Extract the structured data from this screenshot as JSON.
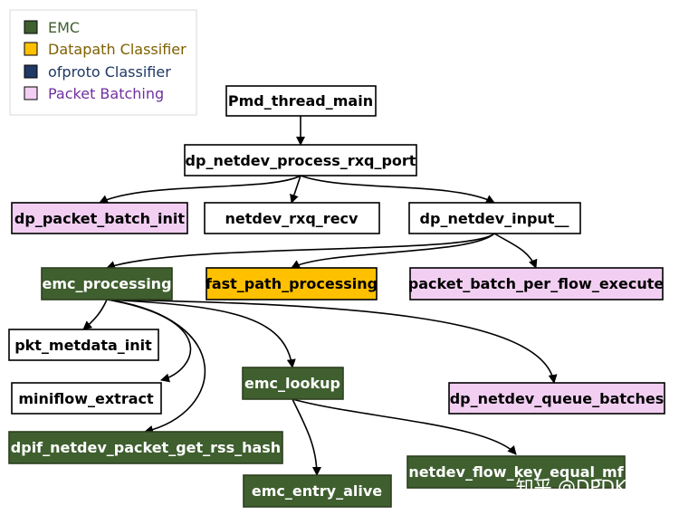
{
  "legend": {
    "items": [
      {
        "label": "EMC",
        "fill": "#3f5f2f",
        "text_color": "#3f5f2f"
      },
      {
        "label": "Datapath Classifier",
        "fill": "#ffc000",
        "text_color": "#7f6000"
      },
      {
        "label": "ofproto Classifier",
        "fill": "#1f3864",
        "text_color": "#1f3864"
      },
      {
        "label": "Packet Batching",
        "fill": "#f2cff2",
        "text_color": "#7030a0"
      }
    ]
  },
  "nodes": {
    "pmd_thread_main": {
      "label": "Pmd_thread_main",
      "fill": "#ffffff",
      "text_color": "#000000"
    },
    "dp_netdev_process_rxq_port": {
      "label": "dp_netdev_process_rxq_port",
      "fill": "#ffffff",
      "text_color": "#000000"
    },
    "dp_packet_batch_init": {
      "label": "dp_packet_batch_init",
      "fill": "#f2cff2",
      "text_color": "#000000"
    },
    "netdev_rxq_recv": {
      "label": "netdev_rxq_recv",
      "fill": "#ffffff",
      "text_color": "#000000"
    },
    "dp_netdev_input": {
      "label": "dp_netdev_input__",
      "fill": "#ffffff",
      "text_color": "#000000"
    },
    "emc_processing": {
      "label": "emc_processing",
      "fill": "#3f5f2f",
      "text_color": "#ffffff"
    },
    "fast_path_processing": {
      "label": "fast_path_processing",
      "fill": "#ffc000",
      "text_color": "#000000"
    },
    "packet_batch_per_flow_execute": {
      "label": "packet_batch_per_flow_execute",
      "fill": "#f2cff2",
      "text_color": "#000000"
    },
    "pkt_metdata_init": {
      "label": "pkt_metdata_init",
      "fill": "#ffffff",
      "text_color": "#000000"
    },
    "miniflow_extract": {
      "label": "miniflow_extract",
      "fill": "#ffffff",
      "text_color": "#000000"
    },
    "emc_lookup": {
      "label": "emc_lookup",
      "fill": "#3f5f2f",
      "text_color": "#ffffff"
    },
    "dp_netdev_queue_batches": {
      "label": "dp_netdev_queue_batches",
      "fill": "#f2cff2",
      "text_color": "#000000"
    },
    "dpif_netdev_packet_get_rss_hash": {
      "label": "dpif_netdev_packet_get_rss_hash",
      "fill": "#3f5f2f",
      "text_color": "#ffffff"
    },
    "netdev_flow_key_equal_mf": {
      "label": "netdev_flow_key_equal_mf",
      "fill": "#3f5f2f",
      "text_color": "#ffffff"
    },
    "emc_entry_alive": {
      "label": "emc_entry_alive",
      "fill": "#3f5f2f",
      "text_color": "#ffffff"
    }
  },
  "edges": [
    {
      "from": "pmd_thread_main",
      "to": "dp_netdev_process_rxq_port"
    },
    {
      "from": "dp_netdev_process_rxq_port",
      "to": "dp_packet_batch_init"
    },
    {
      "from": "dp_netdev_process_rxq_port",
      "to": "netdev_rxq_recv"
    },
    {
      "from": "dp_netdev_process_rxq_port",
      "to": "dp_netdev_input"
    },
    {
      "from": "dp_netdev_input",
      "to": "emc_processing"
    },
    {
      "from": "dp_netdev_input",
      "to": "fast_path_processing"
    },
    {
      "from": "dp_netdev_input",
      "to": "packet_batch_per_flow_execute"
    },
    {
      "from": "emc_processing",
      "to": "pkt_metdata_init"
    },
    {
      "from": "emc_processing",
      "to": "miniflow_extract"
    },
    {
      "from": "emc_processing",
      "to": "dpif_netdev_packet_get_rss_hash"
    },
    {
      "from": "emc_processing",
      "to": "emc_lookup"
    },
    {
      "from": "emc_processing",
      "to": "dp_netdev_queue_batches"
    },
    {
      "from": "emc_lookup",
      "to": "emc_entry_alive"
    },
    {
      "from": "emc_lookup",
      "to": "netdev_flow_key_equal_mf"
    }
  ],
  "watermark": {
    "text": "知乎 @DPDK原理",
    "color": "#ffffff"
  }
}
